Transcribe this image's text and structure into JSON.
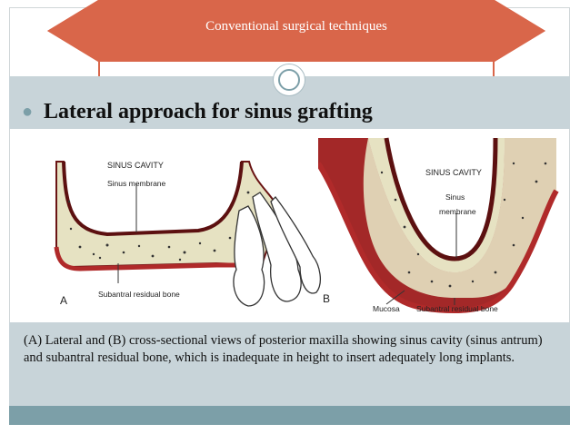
{
  "banner": {
    "title": "Conventional surgical techniques"
  },
  "heading": {
    "text": "Lateral approach for sinus grafting"
  },
  "figure_a": {
    "panel_label": "A",
    "sinus_cavity": "SINUS CAVITY",
    "sinus_membrane": "Sinus membrane",
    "subantral_bone": "Subantral residual bone"
  },
  "figure_b": {
    "panel_label": "B",
    "sinus_cavity": "SINUS CAVITY",
    "sinus_membrane_1": "Sinus",
    "sinus_membrane_2": "membrane",
    "mucosa": "Mucosa",
    "subantral_bone": "Subantral residual bone"
  },
  "caption": {
    "text": "(A) Lateral and (B) cross-sectional views of posterior maxilla showing sinus cavity (sinus antrum) and subantral residual bone, which is inadequate in height to insert adequately long implants."
  },
  "colors": {
    "banner": "#d9664a",
    "band": "#c8d4d9",
    "accent": "#7c9fa8",
    "bone": "#e6e2c2",
    "gum": "#a32828"
  }
}
